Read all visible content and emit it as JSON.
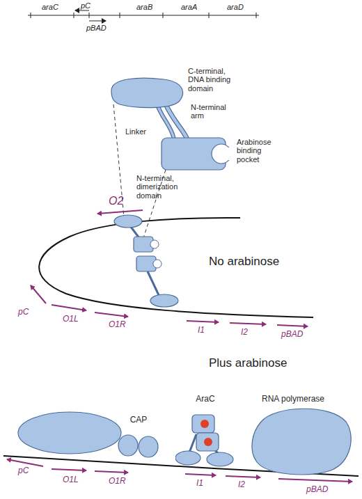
{
  "diagram": {
    "nodes": [
      {
        "text": [
          "CAP"
        ]
      },
      {
        "text": [
          "AraC"
        ]
      },
      {
        "text": [
          "RNA polymerase"
        ]
      }
    ],
    "labels": [
      "araC",
      "pC",
      "araB",
      "araA",
      "araD",
      "pBAD",
      "C-terminal, DNA binding domain",
      "N-terminal arm",
      "Linker",
      "Arabinose binding pocket",
      "N-terminal, dimerization domain",
      "O2",
      "No arabinose",
      "pC",
      "O1L",
      "O1R",
      "I1",
      "I2",
      "pBAD",
      "Plus arabinose",
      "pC",
      "O1L",
      "O1R",
      "I1",
      "I2",
      "pBAD"
    ]
  }
}
